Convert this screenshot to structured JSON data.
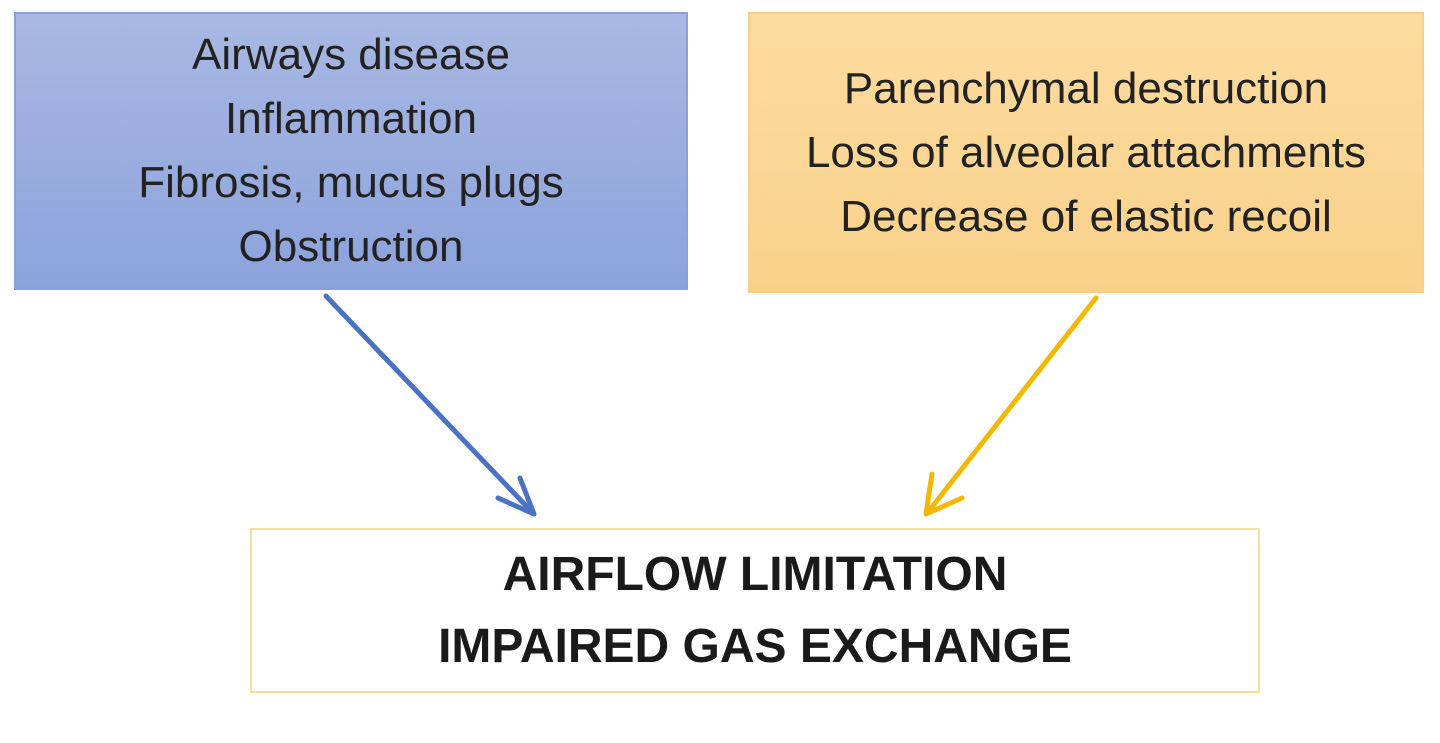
{
  "left_box": {
    "lines": [
      "Airways disease",
      "Inflammation",
      "Fibrosis, mucus plugs",
      "Obstruction"
    ]
  },
  "right_box": {
    "lines": [
      "Parenchymal destruction",
      "Loss of alveolar attachments",
      "Decrease of elastic recoil"
    ]
  },
  "result_box": {
    "lines": [
      "AIRFLOW LIMITATION",
      "IMPAIRED GAS EXCHANGE"
    ]
  },
  "colors": {
    "blue_arrow": "#4a72c4",
    "orange_arrow": "#f5b800"
  }
}
